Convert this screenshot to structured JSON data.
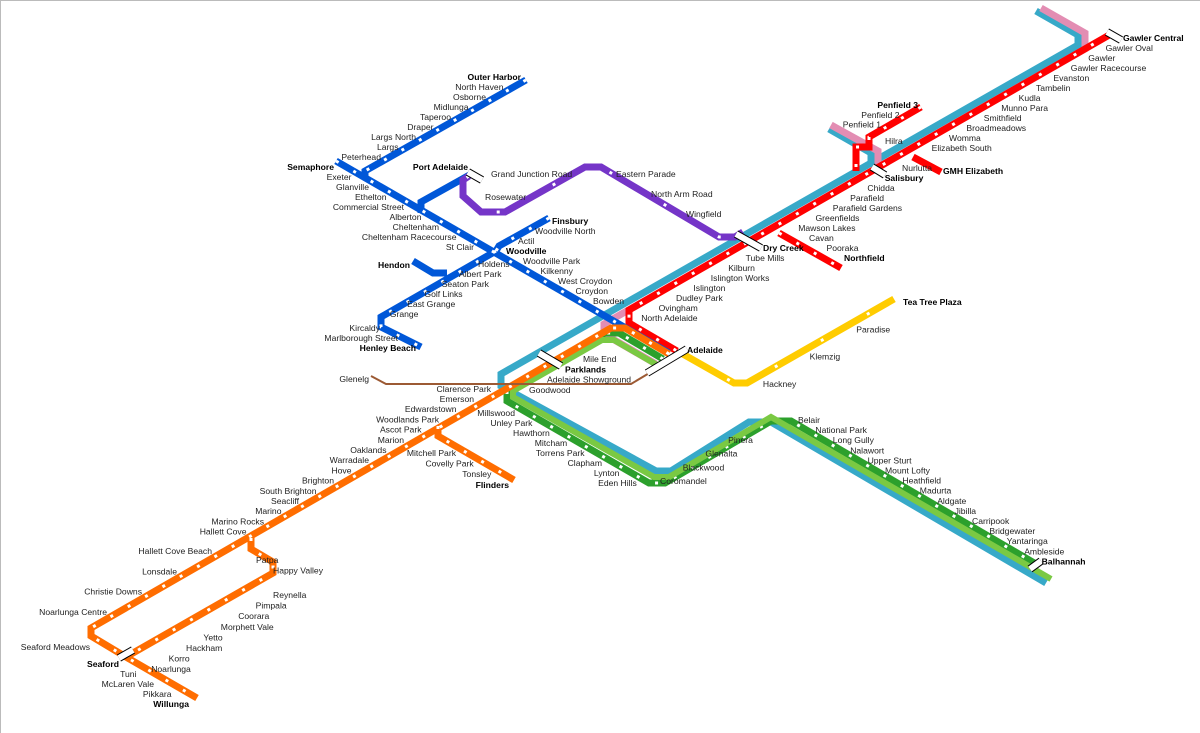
{
  "colors": {
    "blue": "#0057d8",
    "purple": "#7535c8",
    "cyan": "#37a9c8",
    "pink": "#e38db3",
    "red": "#ff0000",
    "orange": "#ff6d00",
    "green": "#2ca02c",
    "lightgreen": "#7ac943",
    "yellow": "#ffcc00",
    "brown": "#9c5a34"
  },
  "labels": {
    "outer_harbor": [
      "Outer Harbor",
      "North Haven",
      "Osborne",
      "Midlunga",
      "Taperoo",
      "Draper",
      "Largs North",
      "Largs",
      "Peterhead"
    ],
    "semaphore": [
      "Semaphore",
      "Exeter",
      "Glanville",
      "Ethelton",
      "Commercial Street",
      "Alberton",
      "Cheltenham",
      "Cheltenham Racecourse",
      "St Clair"
    ],
    "finsbury": [
      "Finsbury",
      "Woodville North",
      "Actil"
    ],
    "woodville": [
      "Woodville"
    ],
    "bowden": [
      "Woodville Park",
      "Kilkenny",
      "West Croydon",
      "Croydon",
      "Bowden"
    ],
    "holdens": [
      "Holdens"
    ],
    "hendon": [
      "Hendon"
    ],
    "grange": [
      "Albert Park",
      "Seaton Park",
      "Golf Links",
      "East Grange",
      "Grange"
    ],
    "henley": [
      "Kircaldy",
      "Marlborough Street",
      "Henley Beach"
    ],
    "port_adelaide": [
      "Port Adelaide"
    ],
    "gjr": [
      "Grand Junction Road"
    ],
    "rosewater": [
      "Rosewater"
    ],
    "eastern_parade": [
      "Eastern Parade",
      "North Arm Road",
      "Wingfield"
    ],
    "gawler": [
      "Gawler Central",
      "Gawler Oval",
      "Gawler",
      "Gawler Racecourse",
      "Evanston",
      "Tambelin",
      "Kudla",
      "Munno Para",
      "Smithfield",
      "Broadmeadows",
      "Womma",
      "Elizabeth South"
    ],
    "gmh": [
      "GMH Elizabeth"
    ],
    "salisbury": [
      "Nurlutta",
      "Salisbury",
      "Chidda",
      "Parafield",
      "Parafield Gardens",
      "Greenfields",
      "Mawson Lakes"
    ],
    "northfield": [
      "Cavan",
      "Pooraka",
      "Northfield"
    ],
    "dry_creek": [
      "Dry Creek",
      "Tube Mills",
      "Kilburn",
      "Islington Works",
      "Islington",
      "Dudley Park",
      "Ovingham",
      "North Adelaide"
    ],
    "penfield": [
      "Penfield 3",
      "Penfield 2",
      "Penfield 1"
    ],
    "hilra": [
      "Hilra"
    ],
    "adelaide": [
      "Adelaide"
    ],
    "tea_tree": [
      "Tea Tree Plaza",
      "Paradise",
      "Klemzig",
      "Hackney"
    ],
    "parklands": [
      "Mile End",
      "Parklands",
      "Adelaide Showground",
      "Goodwood"
    ],
    "clarence": [
      "Clarence Park"
    ],
    "glenelg": [
      "Glenelg"
    ],
    "seaford_main": [
      "Emerson",
      "Edwardstown",
      "Woodlands Park",
      "Ascot Park",
      "Marion",
      "Oaklands",
      "Warradale",
      "Hove",
      "Brighton",
      "South Brighton",
      "Seacliff",
      "Marino",
      "Marino Rocks",
      "Hallett Cove"
    ],
    "seaford_south": [
      "Hallett Cove Beach",
      "Lonsdale",
      "Christie Downs",
      "Noarlunga Centre"
    ],
    "seaford_meadows": [
      "Seaford Meadows"
    ],
    "willunga": [
      "Seaford",
      "Tuni",
      "McLaren Vale",
      "Pikkara",
      "Willunga"
    ],
    "flinders": [
      "Mitchell Park",
      "Covelly Park",
      "Tonsley",
      "Flinders"
    ],
    "patpa": [
      "Patpa",
      "Happy Valley"
    ],
    "noarlunga": [
      "Reynella",
      "Pimpala",
      "Coorara",
      "Morphett Vale",
      "Yetto",
      "Hackham",
      "Korro",
      "Noarlunga"
    ],
    "belair_west": [
      "Millswood",
      "Unley Park",
      "Hawthorn",
      "Mitcham",
      "Torrens Park",
      "Clapham",
      "Lynton",
      "Eden Hills"
    ],
    "belair_up": [
      "Coromandel",
      "Blackwood",
      "Glenalta",
      "Pinera"
    ],
    "hills": [
      "Belair",
      "National Park",
      "Long Gully",
      "Nalawort",
      "Upper Sturt",
      "Mount Lofty",
      "Heathfield",
      "Madurta",
      "Aldgate",
      "Jibilla",
      "Carripook",
      "Bridgewater",
      "Yantaringa",
      "Ambleside",
      "Balhannah"
    ]
  }
}
